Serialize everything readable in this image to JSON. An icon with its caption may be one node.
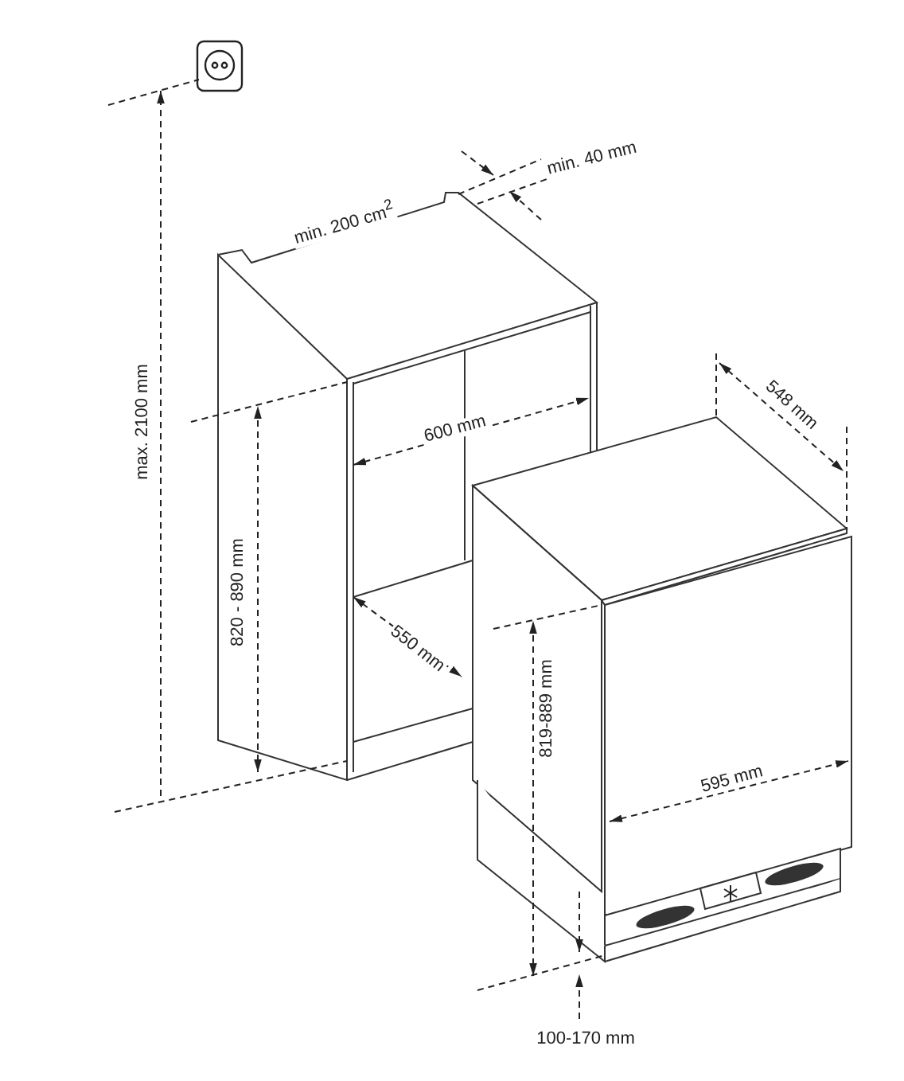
{
  "diagram": {
    "labels": [
      "min. 40 mm",
      "min. 200 cm$^{2}$",
      "548 mm",
      "600 mm",
      "max. 2100 mm",
      "820 - 890 mm",
      "550 mm",
      "819-889 mm",
      "595 mm",
      "100-170 mm"
    ]
  }
}
